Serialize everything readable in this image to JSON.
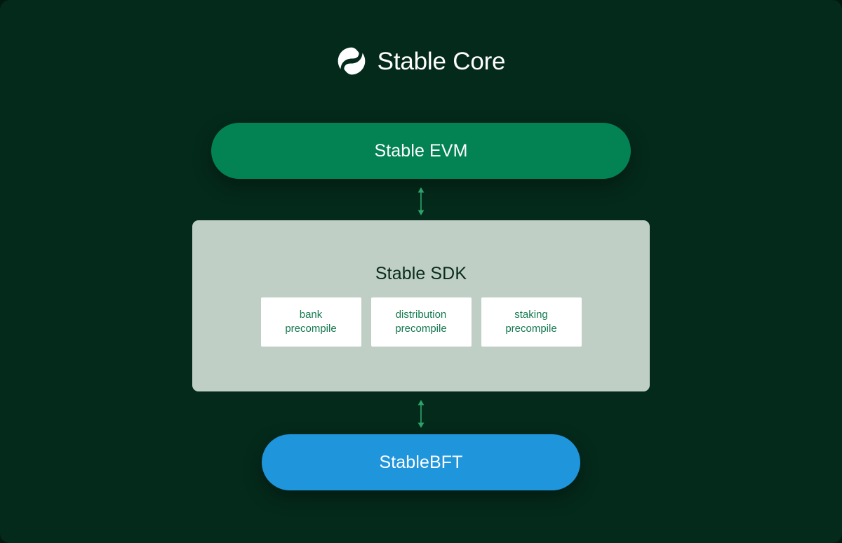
{
  "header": {
    "logo_icon": "stable-s-logo-icon",
    "title": "Stable Core"
  },
  "diagram": {
    "type": "stack-architecture",
    "layers": [
      {
        "id": "evm",
        "label": "Stable EVM",
        "shape": "pill",
        "color": "#038254"
      },
      {
        "id": "sdk",
        "label": "Stable SDK",
        "shape": "panel",
        "color": "#bfcfc6"
      },
      {
        "id": "bft",
        "label": "StableBFT",
        "shape": "pill",
        "color": "#1f95dc"
      }
    ],
    "precompiles": [
      {
        "line1": "bank",
        "line2": "precompile"
      },
      {
        "line1": "distribution",
        "line2": "precompile"
      },
      {
        "line1": "staking",
        "line2": "precompile"
      }
    ],
    "connectors": [
      {
        "id": "evm-to-sdk",
        "icon": "double-arrow-vertical-icon",
        "color": "#2ea36b"
      },
      {
        "id": "sdk-to-bft",
        "icon": "double-arrow-vertical-icon",
        "color": "#2ea36b"
      }
    ]
  },
  "colors": {
    "background": "#042a1b",
    "evm_green": "#038254",
    "bft_blue": "#1f95dc",
    "sdk_sage": "#bfcfc6",
    "precompile_white": "#ffffff",
    "precompile_text": "#13794f",
    "arrow_green": "#2ea36b",
    "title_white": "#ffffff",
    "sdk_title_dark": "#0a2c1d"
  }
}
